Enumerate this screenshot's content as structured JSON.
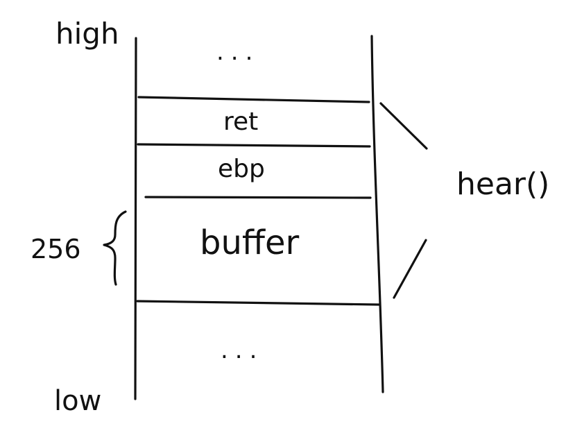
{
  "labels": {
    "high": "high",
    "low": "low",
    "size": "256",
    "dots_top": "...",
    "dots_bottom": "...",
    "function": "hear()"
  },
  "stack": {
    "slots": [
      "ret",
      "ebp",
      "buffer"
    ]
  }
}
